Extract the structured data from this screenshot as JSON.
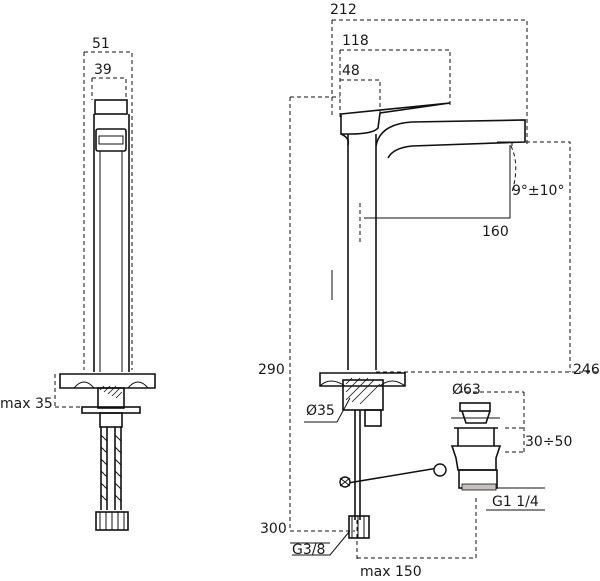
{
  "dimensions": {
    "side_width_total": "51",
    "side_width_body": "39",
    "max_deck": "max 35",
    "width_total": "212",
    "handle_reach": "118",
    "body_width": "48",
    "spout_angle": "9°±10°",
    "spout_reach": "160",
    "height_total": "290",
    "spout_height": "246",
    "hole_diameter": "Ø35",
    "waste_diameter": "Ø63",
    "waste_adjust": "30÷50",
    "waste_thread": "G1 1/4",
    "hose_length": "300",
    "hose_thread": "G3/8",
    "rod_length": "max 150"
  }
}
